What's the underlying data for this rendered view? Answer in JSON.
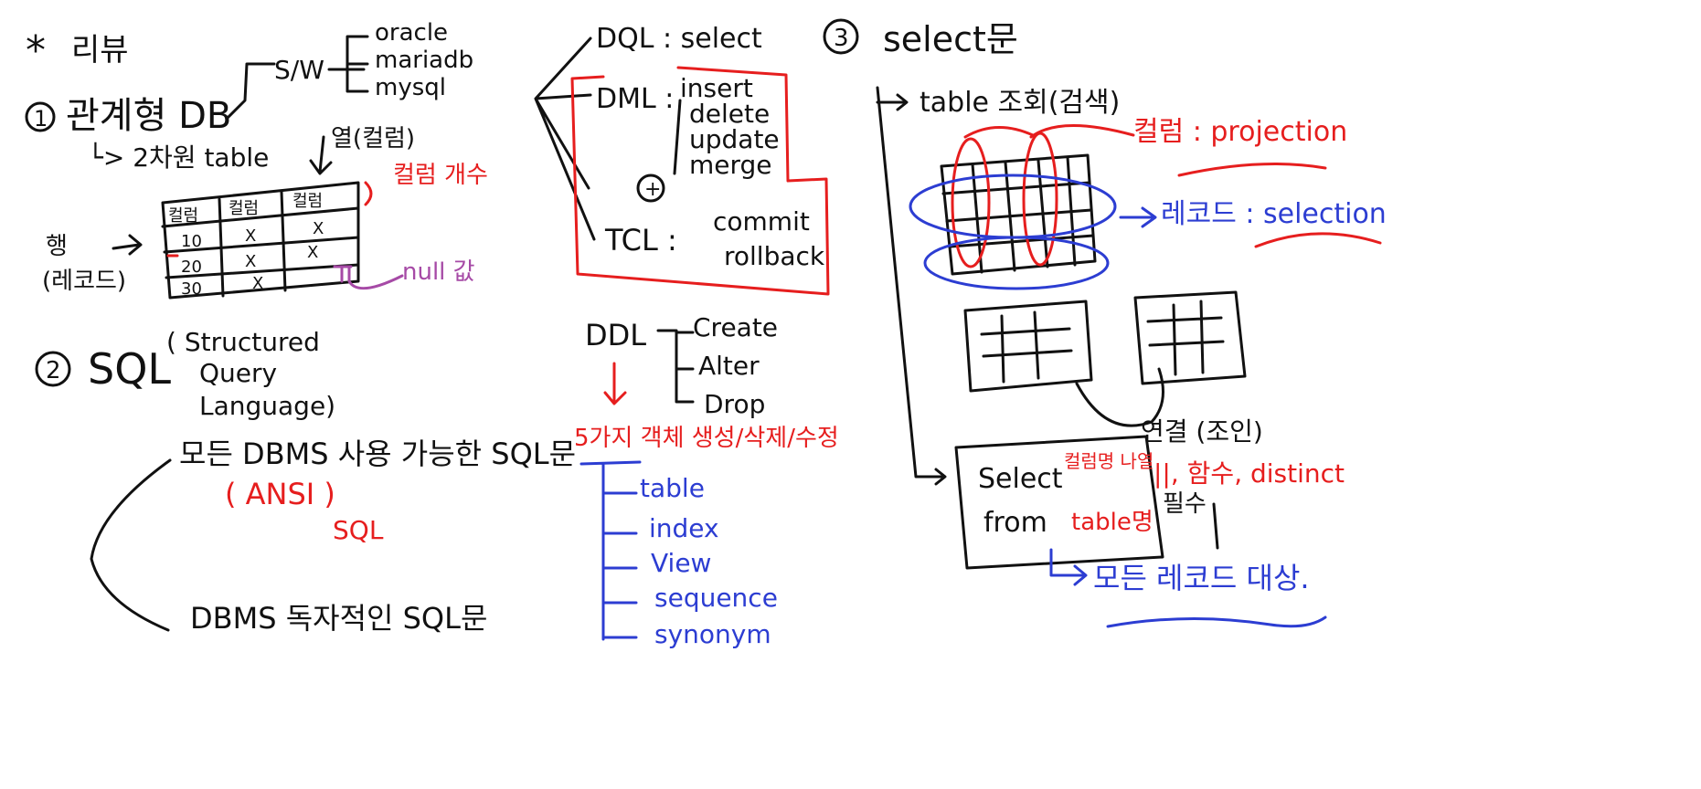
{
  "colors": {
    "ink": "#111111",
    "red": "#e61e1e",
    "blue": "#2c3dd2",
    "purple": "#a64aa6"
  },
  "review": {
    "star": "*",
    "title": "리뷰"
  },
  "section1": {
    "number": "1",
    "title": "관계형 DB",
    "sw_label": "S/W",
    "sw_items": [
      "oracle",
      "mariadb",
      "mysql"
    ],
    "table_note": "└> 2차원 table",
    "column_note": "열(컬럼)",
    "column_count_note": "컬럼 개수",
    "row_note": [
      "행",
      "(레코드)"
    ],
    "null_note": "null 값",
    "table_headers": [
      "컬럼",
      "컬럼",
      "컬럼"
    ],
    "table_rows": [
      [
        "10",
        "X",
        "X"
      ],
      [
        "20",
        "X",
        "X"
      ],
      [
        "30",
        "X",
        ""
      ]
    ]
  },
  "section2": {
    "number": "2",
    "sql": "SQL",
    "expansion": [
      "( Structured",
      "Query",
      "Language)"
    ],
    "all_dbms": "모든 DBMS 사용 가능한 SQL문",
    "ansi": "( ANSI )",
    "ansi_sql": "SQL",
    "dbms_specific": "DBMS 독자적인 SQL문"
  },
  "middle": {
    "dql": "DQL : select",
    "dml_label": "DML :",
    "dml_items": [
      "insert",
      "delete",
      "update",
      "merge"
    ],
    "plus": "+",
    "tcl_label": "TCL :",
    "tcl_items": [
      "commit",
      "rollback"
    ],
    "ddl_label": "DDL",
    "ddl_items": [
      "Create",
      "Alter",
      "Drop"
    ],
    "objects_note": "5가지 객체 생성/삭제/수정",
    "objects": [
      "table",
      "index",
      "View",
      "sequence",
      "synonym"
    ]
  },
  "section3": {
    "number": "3",
    "title": "select문",
    "table_lookup": "table 조회(검색)",
    "projection": "컬럼 : projection",
    "selection": "레코드 : selection",
    "join_note": "연결 (조인)",
    "select_kw": "Select",
    "from_kw": "from",
    "column_list_note": "컬럼명 나열",
    "select_extras": "||, 함수, distinct",
    "table_name_note": "table명",
    "required_note": "필수",
    "all_records_note": "모든 레코드 대상."
  }
}
